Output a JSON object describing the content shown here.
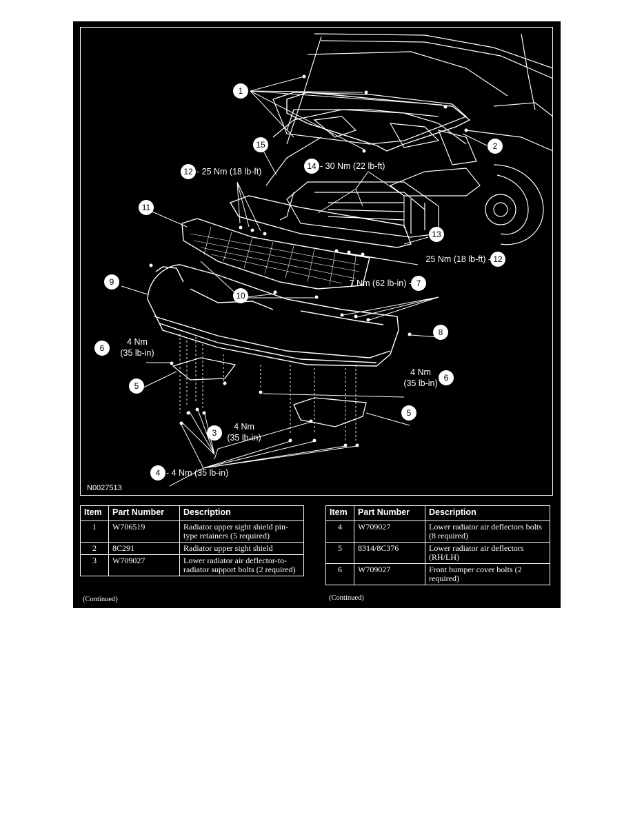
{
  "figure": {
    "id": "N0027513",
    "callouts": [
      {
        "num": "1",
        "text": ""
      },
      {
        "num": "2",
        "text": ""
      },
      {
        "num": "15",
        "text": ""
      },
      {
        "num": "14",
        "text": "- 30 Nm (22 lb-ft)"
      },
      {
        "num": "12",
        "text": "- 25 Nm (18 lb-ft)"
      },
      {
        "num": "11",
        "text": ""
      },
      {
        "num": "13",
        "text": ""
      },
      {
        "num": "12",
        "text": "25 Nm (18 lb-ft) -"
      },
      {
        "num": "9",
        "text": ""
      },
      {
        "num": "10",
        "text": ""
      },
      {
        "num": "7",
        "text": "7 Nm (62 lb-in) -"
      },
      {
        "num": "8",
        "text": ""
      },
      {
        "num": "6",
        "text": "4 Nm",
        "text2": "(35 lb-in)"
      },
      {
        "num": "5",
        "text": ""
      },
      {
        "num": "6",
        "text": "4 Nm",
        "text2": "(35 lb-in)"
      },
      {
        "num": "5",
        "text": ""
      },
      {
        "num": "3",
        "text": "4 Nm",
        "text2": "(35 lb-in)"
      },
      {
        "num": "4",
        "text": "- 4 Nm (35 lb-in)"
      }
    ]
  },
  "tables": {
    "headers": [
      "Item",
      "Part Number",
      "Description"
    ],
    "left": [
      {
        "item": "1",
        "part": "W706519",
        "desc": "Radiator upper sight shield pin-type retainers (5 required)"
      },
      {
        "item": "2",
        "part": "8C291",
        "desc": "Radiator upper sight shield"
      },
      {
        "item": "3",
        "part": "W709027",
        "desc": "Lower radiator air deflector-to-radiator support bolts (2 required)"
      }
    ],
    "right": [
      {
        "item": "4",
        "part": "W709027",
        "desc": "Lower radiator air deflectors bolts (8 required)"
      },
      {
        "item": "5",
        "part": "8314/8C376",
        "desc": "Lower radiator air deflectors (RH/LH)"
      },
      {
        "item": "6",
        "part": "W709027",
        "desc": "Front bumper cover bolts (2 required)"
      }
    ],
    "continued": "(Continued)"
  }
}
